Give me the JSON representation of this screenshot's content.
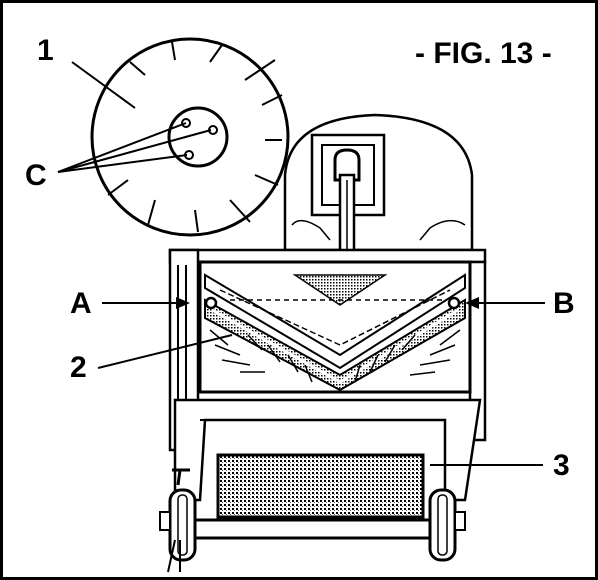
{
  "figure": {
    "title": "- FIG. 13 -",
    "labels": {
      "one": "1",
      "two": "2",
      "three": "3",
      "a": "A",
      "b": "B",
      "c": "C"
    }
  }
}
